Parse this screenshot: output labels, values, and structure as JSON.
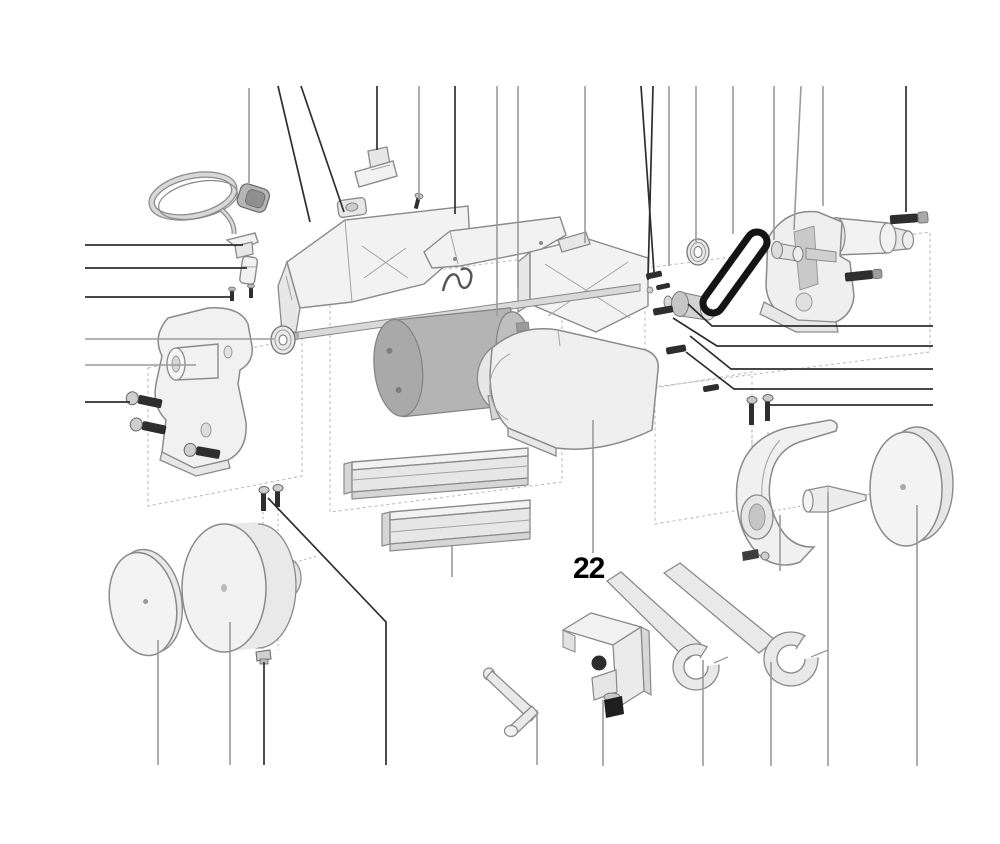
{
  "diagram": {
    "type": "exploded-parts-diagram",
    "subject": "bench-polishing-machine-exploded-view",
    "labels": {
      "part_number": "22"
    },
    "colors": {
      "background": "#ffffff",
      "line": "#8a8a8a",
      "fill_light": "#f2f2f2",
      "fill_mid": "#e7e7e7",
      "fill_dark": "#d6d6d6",
      "motor": "#b4b4b4",
      "belt": "#141414",
      "fastener": "#2e2e2e",
      "leader_dark": "#2e2e2e",
      "leader_gray": "#9a9a9a",
      "label": "#000000"
    },
    "parts": [
      {
        "name": "power-cord-coil"
      },
      {
        "name": "power-plug"
      },
      {
        "name": "cord-clamp"
      },
      {
        "name": "strain-relief-sleeve"
      },
      {
        "name": "clamp-screws"
      },
      {
        "name": "housing-left-cover"
      },
      {
        "name": "switch-bracket"
      },
      {
        "name": "hex-nut"
      },
      {
        "name": "cover-screw"
      },
      {
        "name": "top-cover-plate"
      },
      {
        "name": "wire-spring-clip"
      },
      {
        "name": "center-frame"
      },
      {
        "name": "spindle-shaft"
      },
      {
        "name": "motor"
      },
      {
        "name": "motor-yoke"
      },
      {
        "name": "belt-housing-cover"
      },
      {
        "name": "bearing-washer"
      },
      {
        "name": "left-stand"
      },
      {
        "name": "left-stand-bolts"
      },
      {
        "name": "drum-mount-screws"
      },
      {
        "name": "buffing-disc"
      },
      {
        "name": "polishing-drum"
      },
      {
        "name": "drum-nut"
      },
      {
        "name": "base-rails"
      },
      {
        "name": "washer"
      },
      {
        "name": "small-fasteners"
      },
      {
        "name": "motor-pulley"
      },
      {
        "name": "drive-belt"
      },
      {
        "name": "right-stand"
      },
      {
        "name": "right-stand-bolts"
      },
      {
        "name": "spindle-spacers"
      },
      {
        "name": "black-studs"
      },
      {
        "name": "guard-mount-screws"
      },
      {
        "name": "wheel-guard"
      },
      {
        "name": "guard-nuts"
      },
      {
        "name": "cone-arbor"
      },
      {
        "name": "polishing-disc"
      },
      {
        "name": "hex-key"
      },
      {
        "name": "mounting-clamp"
      },
      {
        "name": "open-end-wrench-small"
      },
      {
        "name": "open-end-wrench-large"
      }
    ]
  }
}
